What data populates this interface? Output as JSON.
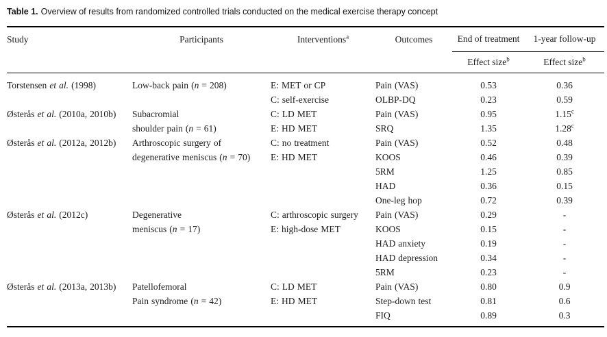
{
  "caption": {
    "label": "Table 1.",
    "text": "Overview of results from randomized controlled trials conducted on the medical exercise therapy concept"
  },
  "table": {
    "header": {
      "study": "Study",
      "participants": "Participants",
      "interventions": "Interventions^a^",
      "outcomes": "Outcomes",
      "end_of_treatment": "End of treatment",
      "one_year_follow_up": "1-year follow-up",
      "effect_size_end": "Effect size^b^",
      "effect_size_1yr": "Effect size^b^"
    },
    "rows": [
      {
        "study": "Torstensen *et al.* (1998)",
        "participants": "Low-back pain (*n* = 208)",
        "interventions": "E: MET or CP",
        "outcome": "Pain (VAS)",
        "end_of_treatment": "0.53",
        "one_year": "0.36"
      },
      {
        "study": "",
        "participants": "",
        "interventions": "C: self-exercise",
        "outcome": "OLBP-DQ",
        "end_of_treatment": "0.23",
        "one_year": "0.59"
      },
      {
        "study": "Østerås *et al.* (2010a, 2010b)",
        "participants": "Subacromial",
        "interventions": "C: LD MET",
        "outcome": "Pain (VAS)",
        "end_of_treatment": "0.95",
        "one_year": "1.15^c^"
      },
      {
        "study": "",
        "participants": "shoulder pain (*n* = 61)",
        "interventions": "E: HD MET",
        "outcome": "SRQ",
        "end_of_treatment": "1.35",
        "one_year": "1.28^c^"
      },
      {
        "study": "Østerås *et al.* (2012a, 2012b)",
        "participants": "Arthroscopic surgery of",
        "interventions": "C: no treatment",
        "outcome": "Pain (VAS)",
        "end_of_treatment": "0.52",
        "one_year": "0.48"
      },
      {
        "study": "",
        "participants": "degenerative meniscus (*n* = 70)",
        "interventions": "E: HD MET",
        "outcome": "KOOS",
        "end_of_treatment": "0.46",
        "one_year": "0.39"
      },
      {
        "study": "",
        "participants": "",
        "interventions": "",
        "outcome": "5RM",
        "end_of_treatment": "1.25",
        "one_year": "0.85"
      },
      {
        "study": "",
        "participants": "",
        "interventions": "",
        "outcome": "HAD",
        "end_of_treatment": "0.36",
        "one_year": "0.15"
      },
      {
        "study": "",
        "participants": "",
        "interventions": "",
        "outcome": "One-leg hop",
        "end_of_treatment": "0.72",
        "one_year": "0.39"
      },
      {
        "study": "Østerås *et al.* (2012c)",
        "participants": "Degenerative",
        "interventions": "C: arthroscopic surgery",
        "outcome": "Pain (VAS)",
        "end_of_treatment": "0.29",
        "one_year": "-"
      },
      {
        "study": "",
        "participants": "meniscus (*n* = 17)",
        "interventions": "E: high-dose MET",
        "outcome": "KOOS",
        "end_of_treatment": "0.15",
        "one_year": "-"
      },
      {
        "study": "",
        "participants": "",
        "interventions": "",
        "outcome": "HAD anxiety",
        "end_of_treatment": "0.19",
        "one_year": "-"
      },
      {
        "study": "",
        "participants": "",
        "interventions": "",
        "outcome": "HAD depression",
        "end_of_treatment": "0.34",
        "one_year": "-"
      },
      {
        "study": "",
        "participants": "",
        "interventions": "",
        "outcome": "5RM",
        "end_of_treatment": "0.23",
        "one_year": "-"
      },
      {
        "study": "Østerås *et al.* (2013a, 2013b)",
        "participants": "Patellofemoral",
        "interventions": "C: LD MET",
        "outcome": "Pain (VAS)",
        "end_of_treatment": "0.80",
        "one_year": "0.9"
      },
      {
        "study": "",
        "participants": "Pain syndrome (*n* = 42)",
        "interventions": "E: HD MET",
        "outcome": "Step-down test",
        "end_of_treatment": "0.81",
        "one_year": "0.6"
      },
      {
        "study": "",
        "participants": "",
        "interventions": "",
        "outcome": "FIQ",
        "end_of_treatment": "0.89",
        "one_year": "0.3"
      }
    ]
  }
}
